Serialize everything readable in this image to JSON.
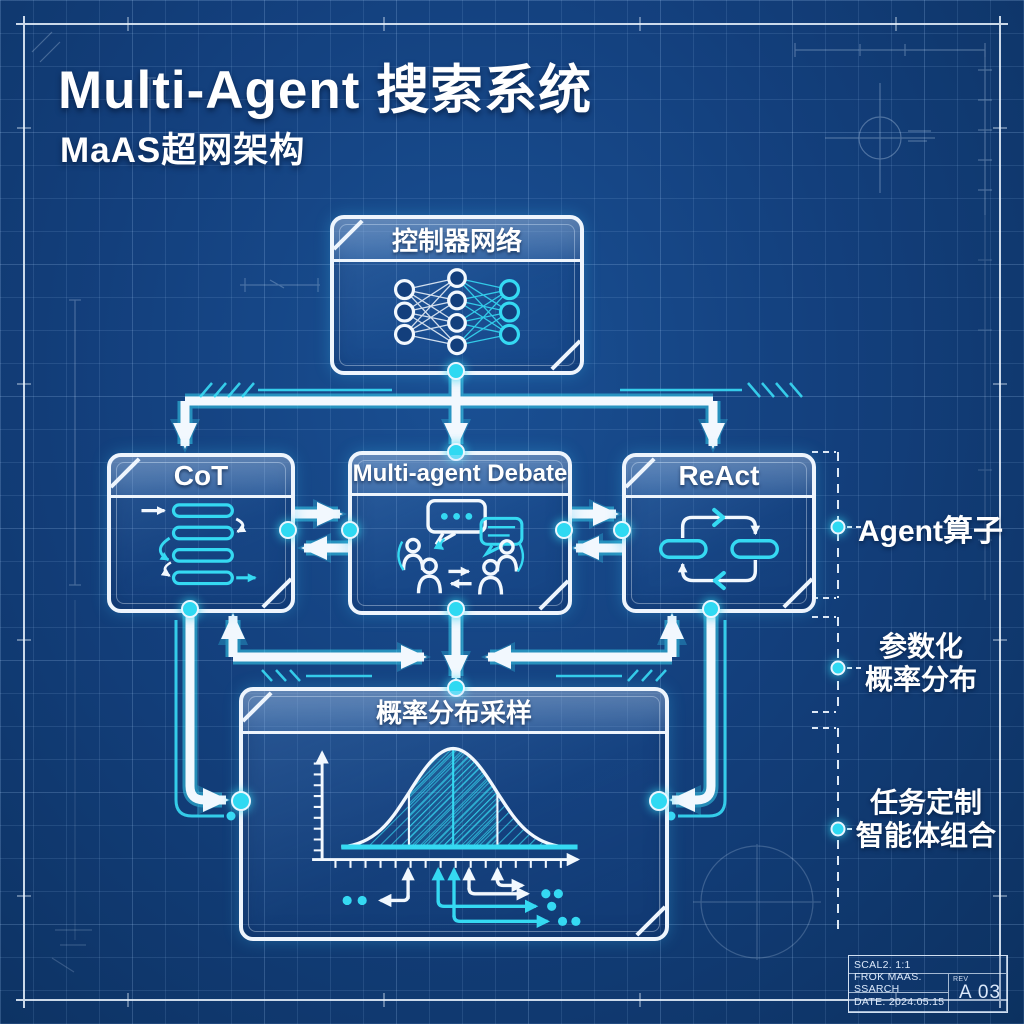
{
  "page": {
    "title": "Multi-Agent 搜索系统",
    "subtitle": "MaAS超网架构"
  },
  "boxes": {
    "controller": {
      "title": "控制器网络"
    },
    "cot": {
      "title": "CoT"
    },
    "debate": {
      "title": "Multi-agent Debate"
    },
    "react": {
      "title": "ReAct"
    },
    "sampling": {
      "title": "概率分布采样"
    }
  },
  "annotations": {
    "agent_ops": {
      "line1": "Agent算子"
    },
    "param_dist": {
      "line1": "参数化",
      "line2": "概率分布"
    },
    "task_custom": {
      "line1": "任务定制",
      "line2": "智能体组合"
    }
  },
  "title_block": {
    "scale": "SCAL2. 1:1",
    "from": "FROK MAAS. SSARCH",
    "date": "DATE. 2024.05.15",
    "rev_label": "REV",
    "rev_value": "A 03"
  },
  "icons": {
    "controller": "neural-network-icon",
    "cot": "chain-of-thought-icon",
    "debate": "debate-agents-icon",
    "react": "react-loop-icon",
    "sampling": "gaussian-distribution-icon"
  },
  "colors": {
    "background": "#123F7C",
    "accent_cyan": "#35D9F2",
    "line_white": "#F2F8FE"
  }
}
